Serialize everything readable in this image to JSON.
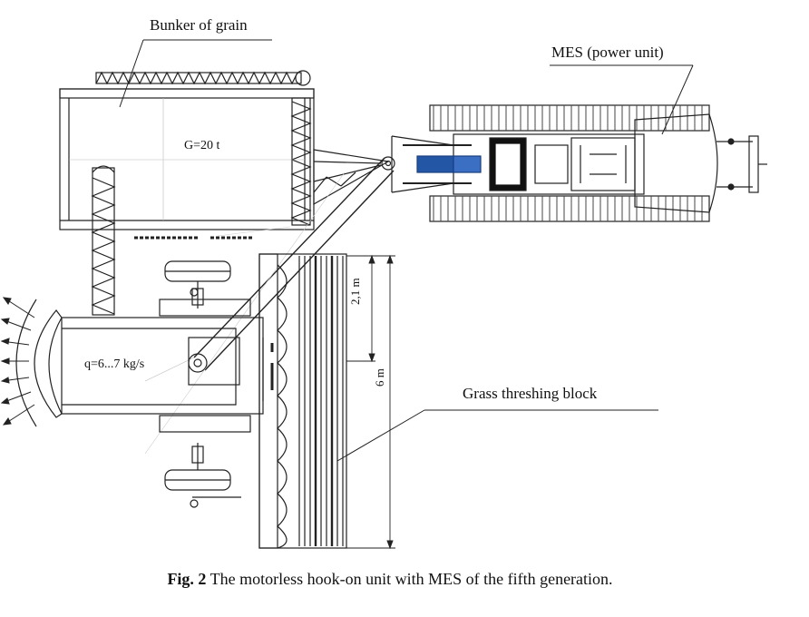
{
  "labels": {
    "bunker": "Bunker of grain",
    "power_unit": "MES (power unit)",
    "threshing_block": "Grass threshing block",
    "bunker_capacity": "G=20 t",
    "feed_rate": "q=6...7 kg/s",
    "width_inner": "2,1 m",
    "width_total": "6 m"
  },
  "caption": {
    "prefix": "Fig. 2",
    "text": " The motorless hook-on unit with MES of the fifth generation."
  }
}
